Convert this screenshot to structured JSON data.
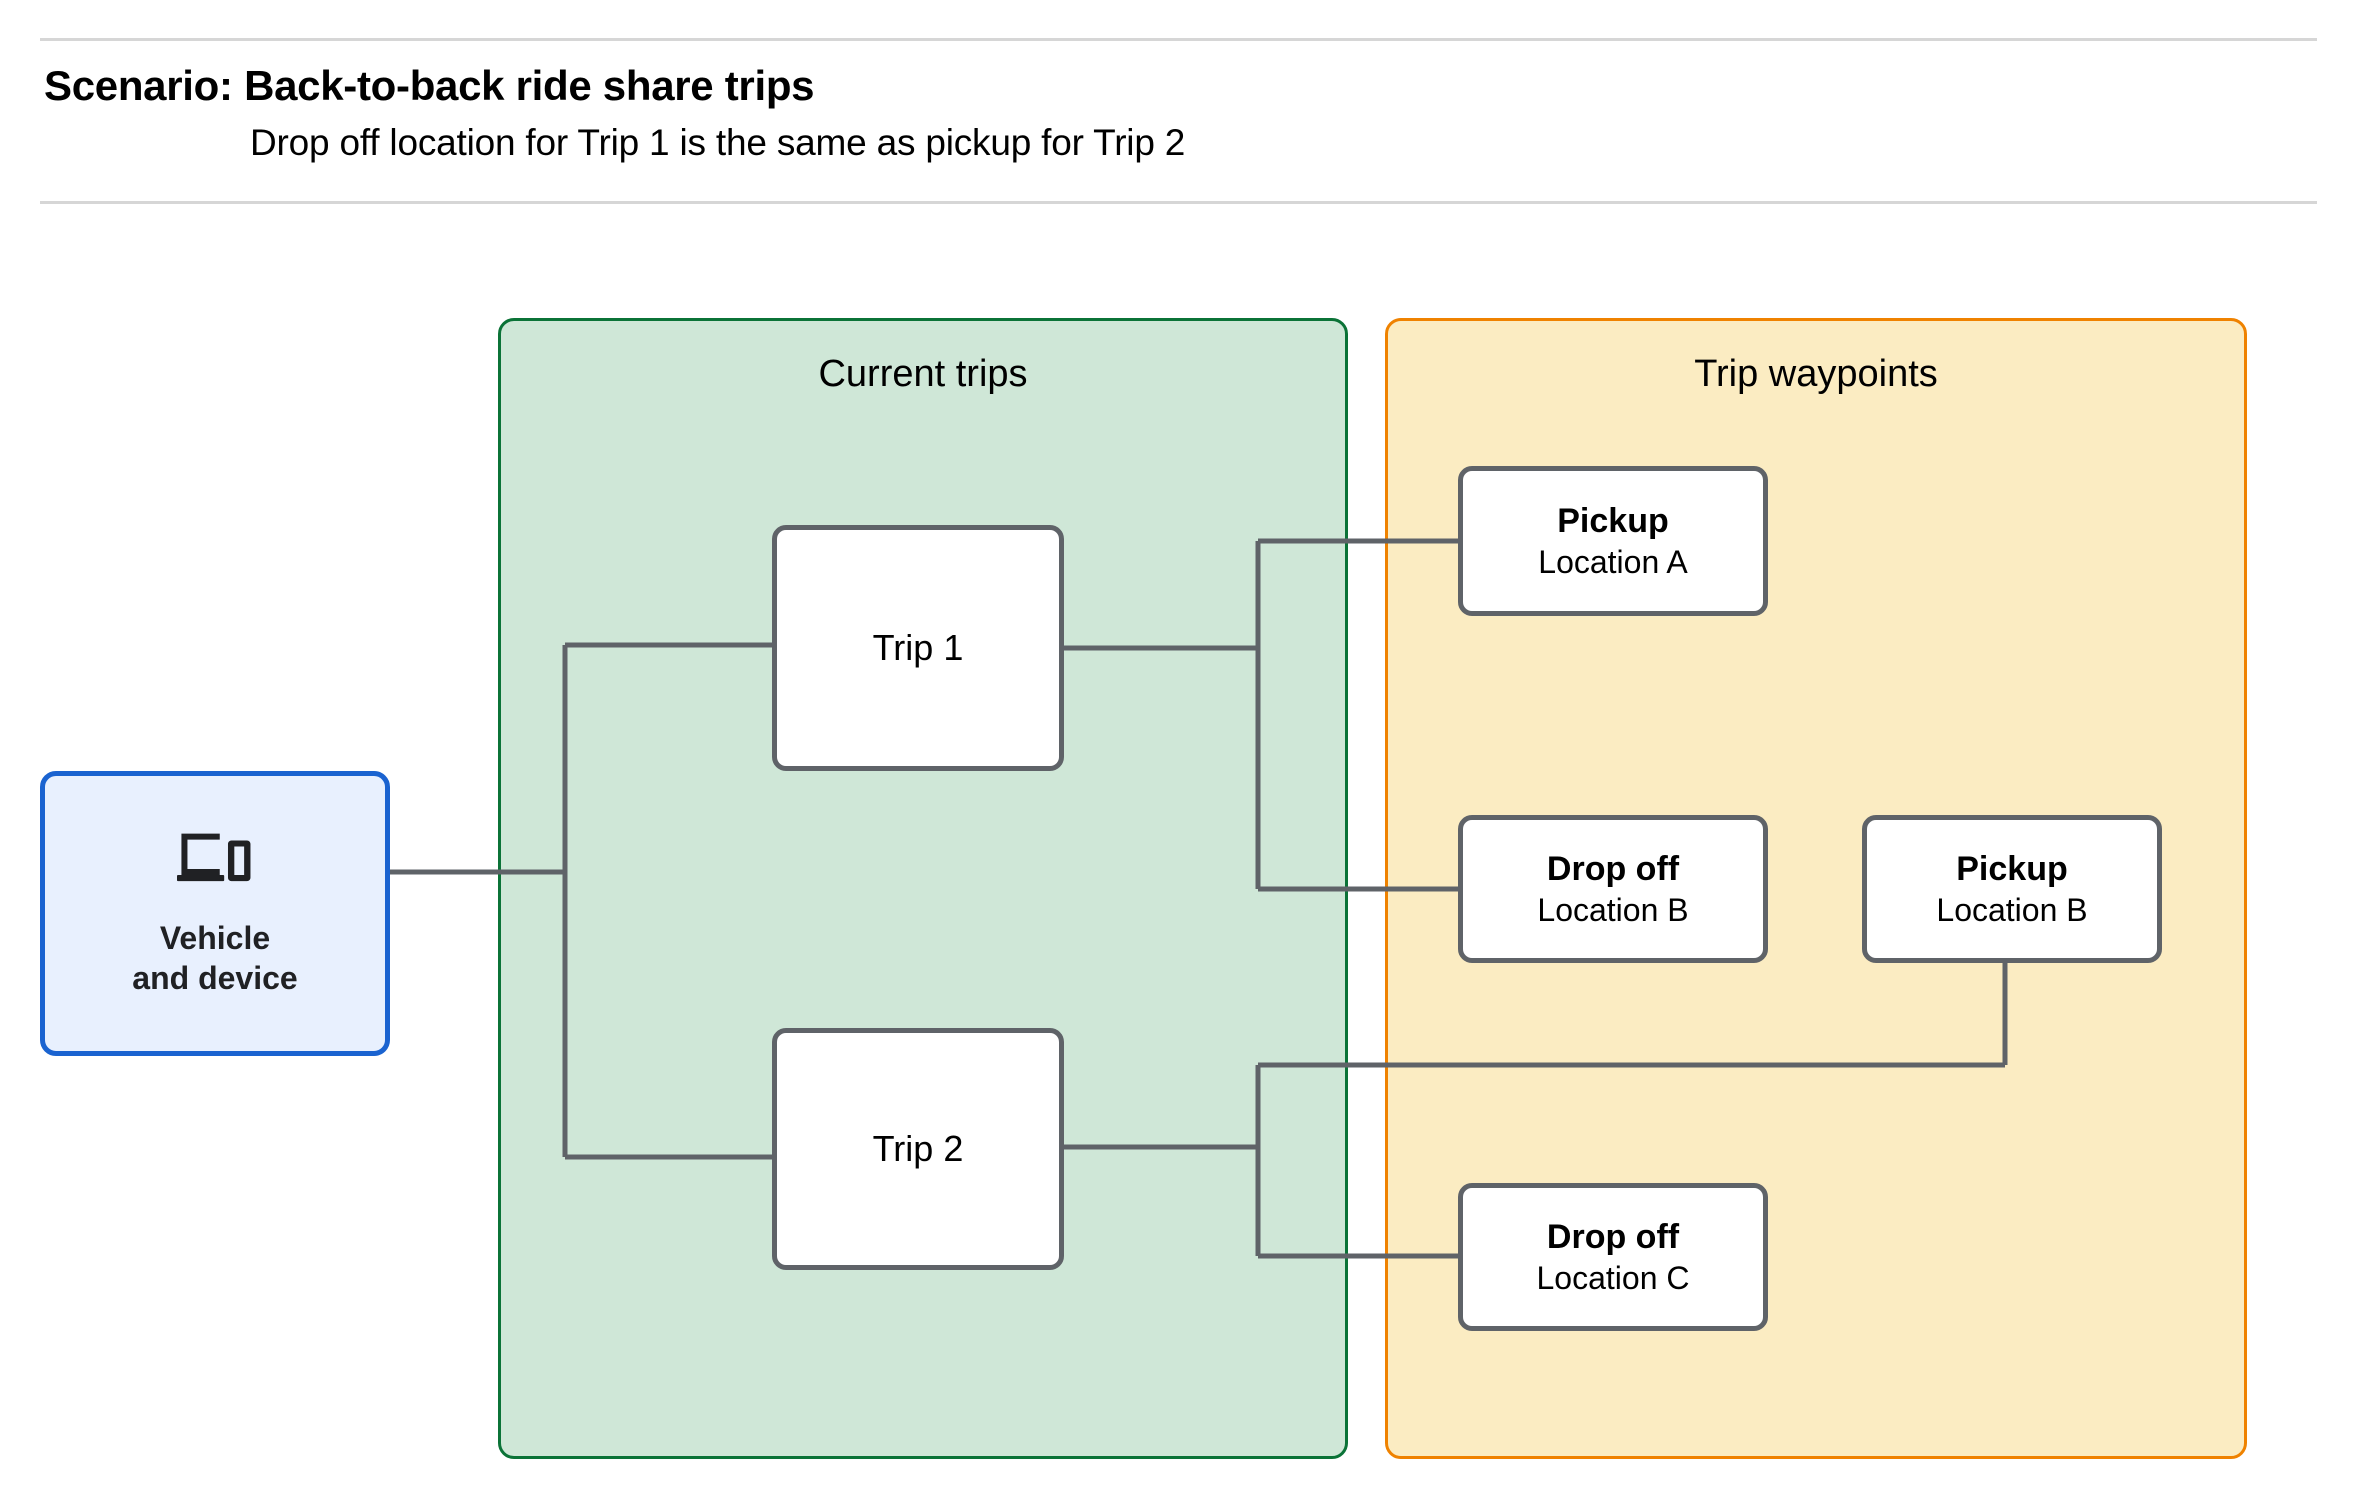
{
  "header": {
    "title": "Scenario: Back-to-back ride share trips",
    "subtitle": "Drop off  location for Trip 1 is the same as pickup for Trip 2"
  },
  "colors": {
    "current_trips_fill": "#cfe7d7",
    "current_trips_border": "#0b7337",
    "trip_waypoints_fill": "#fbecc2",
    "trip_waypoints_border": "#ef8200",
    "vehicle_fill": "#e8f0fe",
    "vehicle_border": "#1a63d0",
    "node_border": "#5f6368",
    "connector": "#5f6368",
    "rule": "#d6d6d6"
  },
  "vehicle": {
    "icon": "devices-icon",
    "label_line_1": "Vehicle",
    "label_line_2": "and device"
  },
  "panels": [
    {
      "id": "current-trips",
      "title": "Current trips"
    },
    {
      "id": "trip-waypoints",
      "title": "Trip waypoints"
    }
  ],
  "trips": [
    {
      "id": "trip-1",
      "label": "Trip 1"
    },
    {
      "id": "trip-2",
      "label": "Trip 2"
    }
  ],
  "waypoints": [
    {
      "id": "pickup-a",
      "type": "Pickup",
      "location": "Location A"
    },
    {
      "id": "dropoff-b",
      "type": "Drop off",
      "location": "Location B"
    },
    {
      "id": "pickup-b",
      "type": "Pickup",
      "location": "Location B"
    },
    {
      "id": "dropoff-c",
      "type": "Drop off",
      "location": "Location C"
    }
  ]
}
